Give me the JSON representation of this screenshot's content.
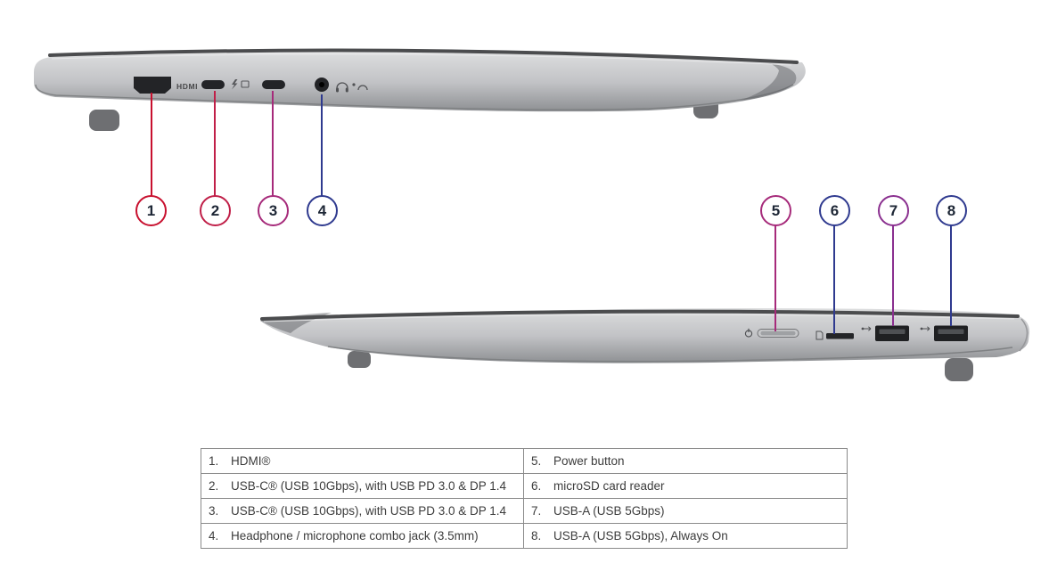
{
  "colors": {
    "callout_text": "#1e2736"
  },
  "callouts": [
    {
      "num": "1",
      "color": "#c8102e"
    },
    {
      "num": "2",
      "color": "#c01f48"
    },
    {
      "num": "3",
      "color": "#a62a7a"
    },
    {
      "num": "4",
      "color": "#2f3a8f"
    },
    {
      "num": "5",
      "color": "#a62a7a"
    },
    {
      "num": "6",
      "color": "#2f3a8f"
    },
    {
      "num": "7",
      "color": "#8a2f8f"
    },
    {
      "num": "8",
      "color": "#2f3a8f"
    }
  ],
  "device": {
    "port_labels": {
      "hdmi": "HDMI"
    }
  },
  "table": {
    "left_rows": [
      {
        "num": "1.",
        "desc": "HDMI®"
      },
      {
        "num": "2.",
        "desc": "USB-C® (USB 10Gbps), with USB PD 3.0 & DP 1.4"
      },
      {
        "num": "3.",
        "desc": "USB-C® (USB 10Gbps), with USB PD 3.0 & DP 1.4"
      },
      {
        "num": "4.",
        "desc": "Headphone / microphone combo jack (3.5mm)"
      }
    ],
    "right_rows": [
      {
        "num": "5.",
        "desc": "Power button"
      },
      {
        "num": "6.",
        "desc": "microSD card reader"
      },
      {
        "num": "7.",
        "desc": "USB-A (USB 5Gbps)"
      },
      {
        "num": "8.",
        "desc": "USB-A (USB 5Gbps), Always On"
      }
    ]
  }
}
